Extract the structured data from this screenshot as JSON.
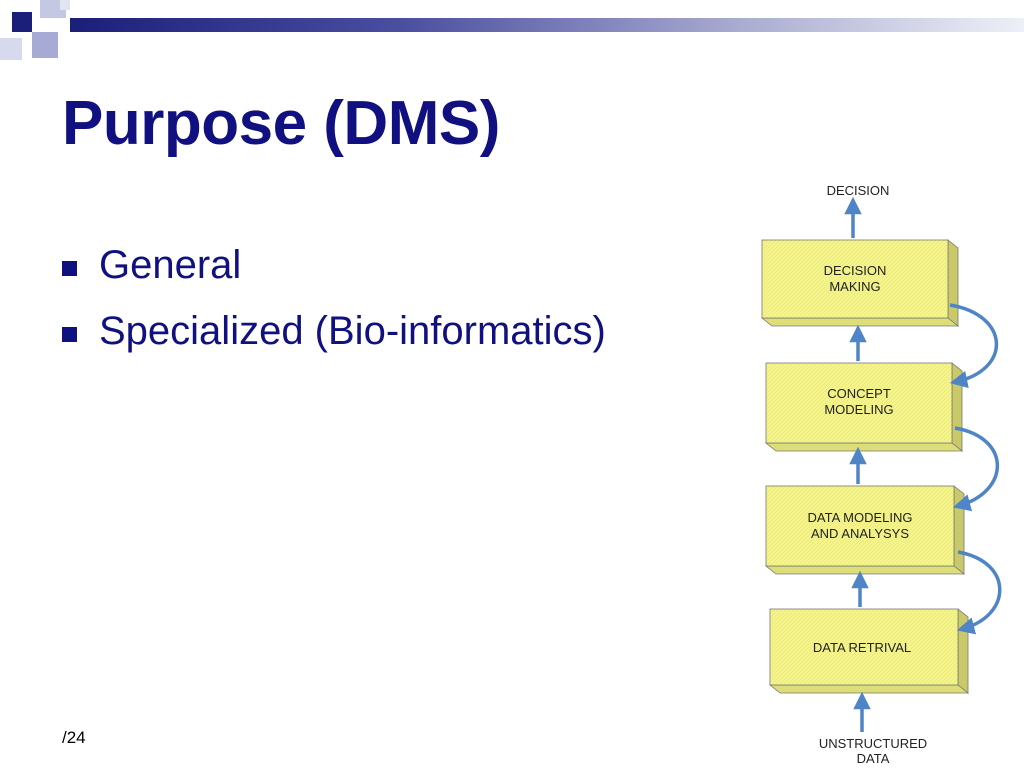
{
  "slide": {
    "title": "Purpose (DMS)",
    "bullets": [
      {
        "label": "General"
      },
      {
        "label": "Specialized (Bio-informatics)"
      }
    ],
    "page_number": "/24"
  },
  "diagram": {
    "output_label": "DECISION",
    "input_label_line1": "UNSTRUCTURED",
    "input_label_line2": "DATA",
    "stages": [
      {
        "line1": "DECISION",
        "line2": "MAKING"
      },
      {
        "line1": "CONCEPT",
        "line2": "MODELING"
      },
      {
        "line1": "DATA MODELING",
        "line2": "AND ANALYSYS"
      },
      {
        "line1": "DATA RETRIVAL",
        "line2": ""
      }
    ]
  },
  "colors": {
    "title": "#101080",
    "box_fill": "#f4f48a",
    "box_shadow": "#c9c96a",
    "arrow": "#4f85c6"
  }
}
